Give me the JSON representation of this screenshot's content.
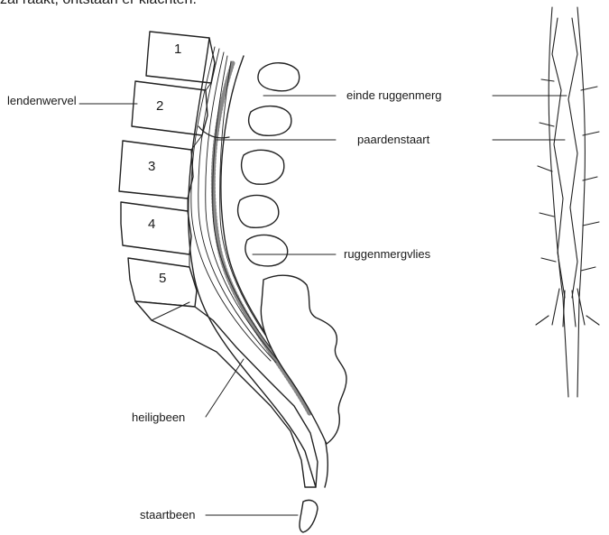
{
  "caption_fragment": "zal raakt, ontstaan er klachten.",
  "vertebrae_numbers": [
    "1",
    "2",
    "3",
    "4",
    "5"
  ],
  "labels": {
    "lumbar_vertebra": "lendenwervel",
    "end_spinal_cord": "einde ruggenmerg",
    "cauda_equina": "paardenstaart",
    "spinal_membrane": "ruggenmergvlies",
    "sacrum": "heiligbeen",
    "coccyx": "staartbeen"
  }
}
